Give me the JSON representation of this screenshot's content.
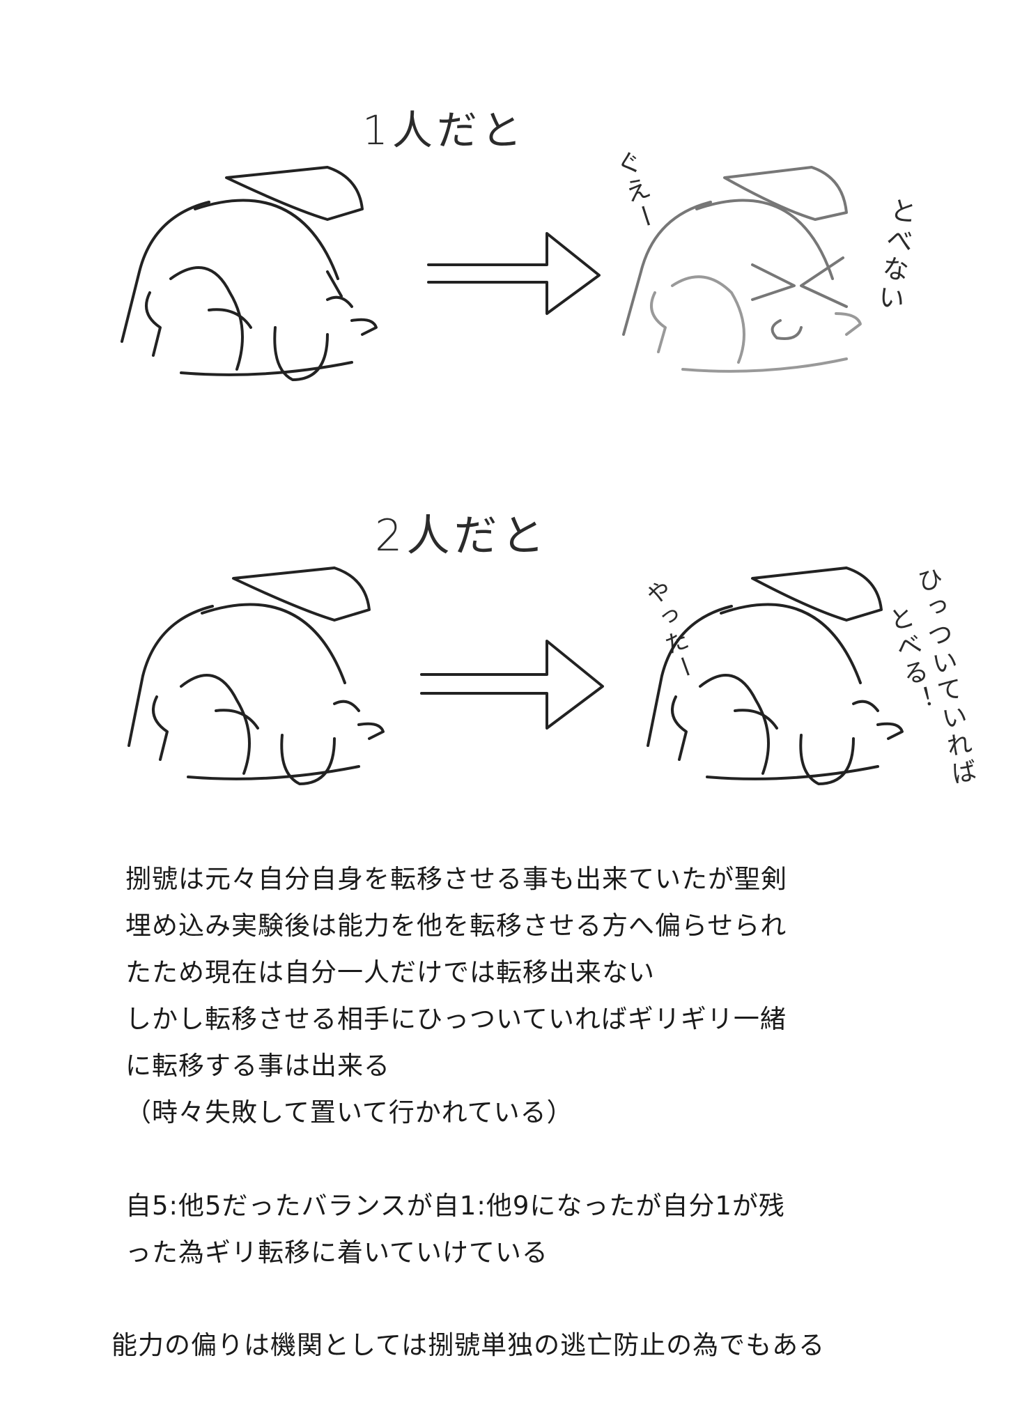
{
  "panel1": {
    "caption": "1人だと",
    "sfx_left": "ぐえー",
    "sfx_right": "とべない"
  },
  "panel2": {
    "caption": "2人だと",
    "sfx_left": "やったー",
    "sfx_right_1": "ひっついていれば",
    "sfx_right_2": "とべる！"
  },
  "body": {
    "lines": [
      "捌號は元々自分自身を転移させる事も出来ていたが聖剣",
      "埋め込み実験後は能力を他を転移させる方へ偏らせられ",
      "たため現在は自分一人だけでは転移出来ない",
      "しかし転移させる相手にひっついていればギリギリ一緒",
      "に転移する事は出来る",
      "（時々失敗して置いて行かれている）"
    ],
    "lines2": [
      "自5:他5だったバランスが自1:他9になったが自分1が残",
      "った為ギリ転移に着いていけている"
    ]
  },
  "footer": "能力の偏りは機関としては捌號単独の逃亡防止の為でもある"
}
